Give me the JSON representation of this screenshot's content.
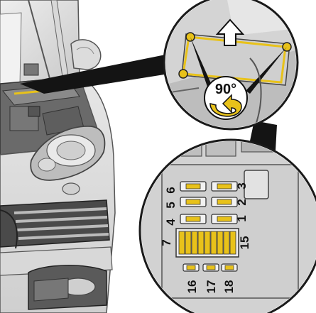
{
  "callout_top": {
    "angle_label": "90°",
    "arrow_icon": "arrow-up-icon",
    "rotate_icon": "rotate-arrow-icon"
  },
  "fuse_labels": {
    "f1": "1",
    "f2": "2",
    "f3": "3",
    "f4": "4",
    "f5": "5",
    "f6": "6",
    "f7": "7",
    "f15": "15",
    "f16": "16",
    "f17": "17",
    "f18": "18"
  },
  "colors": {
    "yellow_accent": "#e8c21a",
    "dark_wedge": "#141414",
    "light_gray": "#d6d6d6",
    "mid_gray": "#9a9a9a",
    "dark_gray": "#5a5a5a"
  }
}
